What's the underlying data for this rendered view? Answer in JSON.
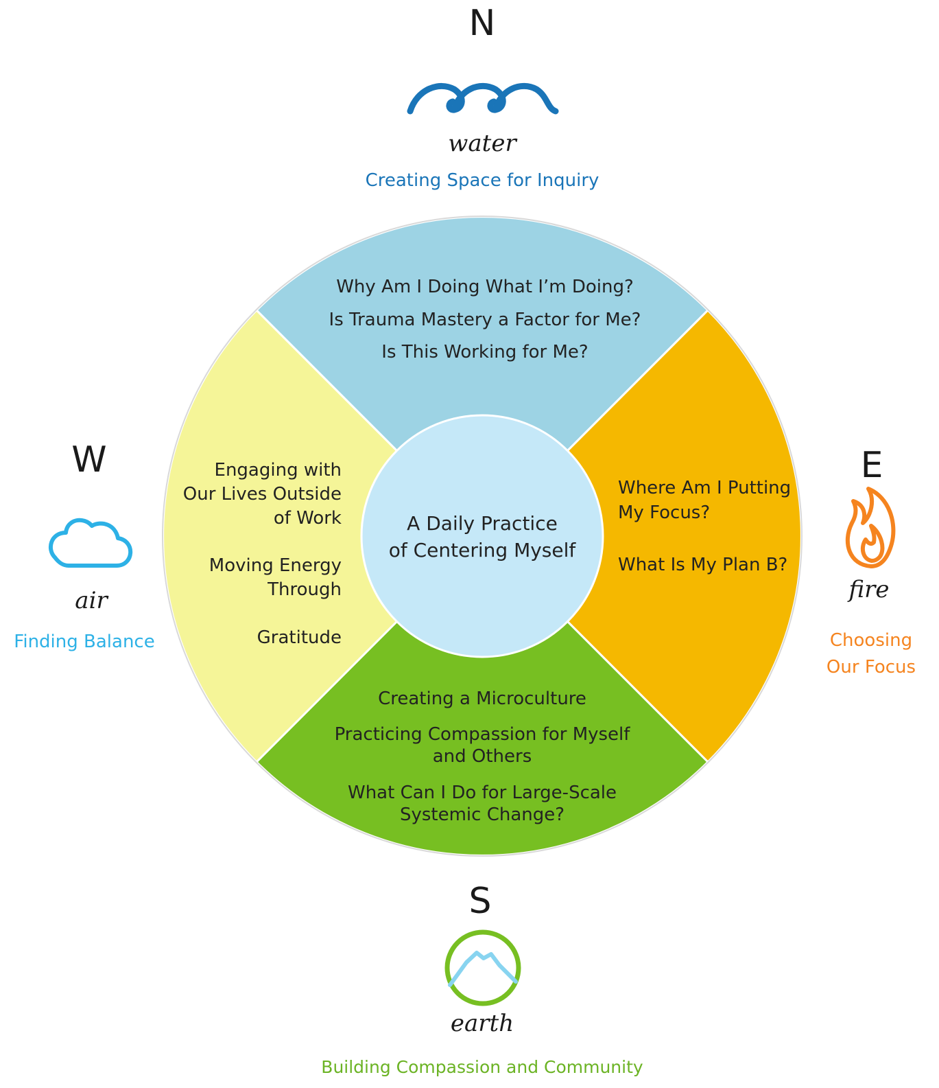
{
  "directions": {
    "north": {
      "letter": "N",
      "element": "water",
      "icon": "waves-icon",
      "theme": "Creating Space for Inquiry",
      "theme_color": "#1a75b8",
      "segment_color": "#9dd3e4",
      "questions": [
        "Why Am I Doing What I’m Doing?",
        "Is Trauma Mastery a Factor for Me?",
        "Is This Working for Me?"
      ]
    },
    "east": {
      "letter": "E",
      "element": "fire",
      "icon": "flame-icon",
      "theme_lines": [
        "Choosing",
        "Our Focus"
      ],
      "theme_color": "#f5841f",
      "segment_color": "#f5b800",
      "questions": [
        [
          "Where Am I Putting",
          "My Focus?"
        ],
        [
          "What Is My Plan B?"
        ]
      ]
    },
    "south": {
      "letter": "S",
      "element": "earth",
      "icon": "mountain-circle-icon",
      "theme": "Building Compassion and Community",
      "theme_color": "#6bb324",
      "segment_color": "#77bf22",
      "questions": [
        [
          "Creating a Microculture"
        ],
        [
          "Practicing Compassion for Myself",
          "and Others"
        ],
        [
          "What Can I Do for Large-Scale",
          "Systemic Change?"
        ]
      ]
    },
    "west": {
      "letter": "W",
      "element": "air",
      "icon": "cloud-icon",
      "theme": "Finding Balance",
      "theme_color": "#2db1e6",
      "segment_color": "#f5f598",
      "questions": [
        [
          "Engaging with",
          "Our Lives Outside",
          "of Work"
        ],
        [
          "Moving Energy",
          "Through"
        ],
        [
          "Gratitude"
        ]
      ]
    }
  },
  "center": {
    "lines": [
      "A Daily Practice",
      "of Centering Myself"
    ],
    "color": "#c5e8f8"
  }
}
